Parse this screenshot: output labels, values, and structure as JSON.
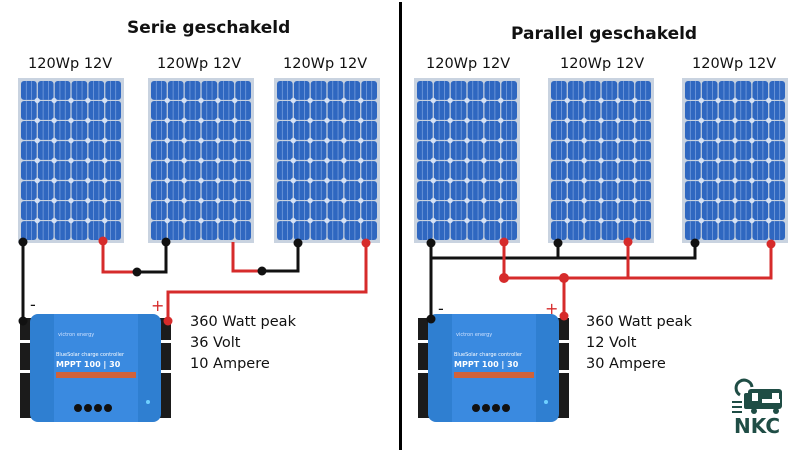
{
  "left": {
    "title": "Serie geschakeld",
    "panels": [
      {
        "label": "120Wp 12V"
      },
      {
        "label": "120Wp 12V"
      },
      {
        "label": "120Wp 12V"
      }
    ],
    "controller": {
      "brand": "victron energy",
      "subtitle": "BlueSolar charge controller",
      "model": "MPPT 100 | 30"
    },
    "minus": "-",
    "plus": "+",
    "specs": {
      "power": "360 Watt peak",
      "voltage": "36 Volt",
      "current": "10 Ampere"
    }
  },
  "right": {
    "title": "Parallel geschakeld",
    "panels": [
      {
        "label": "120Wp 12V"
      },
      {
        "label": "120Wp 12V"
      },
      {
        "label": "120Wp 12V"
      }
    ],
    "controller": {
      "brand": "victron energy",
      "subtitle": "BlueSolar charge controller",
      "model": "MPPT 100 | 30"
    },
    "minus": "-",
    "plus": "+",
    "specs": {
      "power": "360 Watt peak",
      "voltage": "12 Volt",
      "current": "30 Ampere"
    }
  },
  "logo": {
    "text": "NKC",
    "icon": "camper-van-icon"
  },
  "colors": {
    "panel_cell": "#2f67c0",
    "panel_frame": "#c9d3e0",
    "wire_positive": "#d62b2b",
    "wire_negative": "#111111",
    "controller_blue": "#2f7fd1",
    "logo_green": "#1f4d45"
  }
}
